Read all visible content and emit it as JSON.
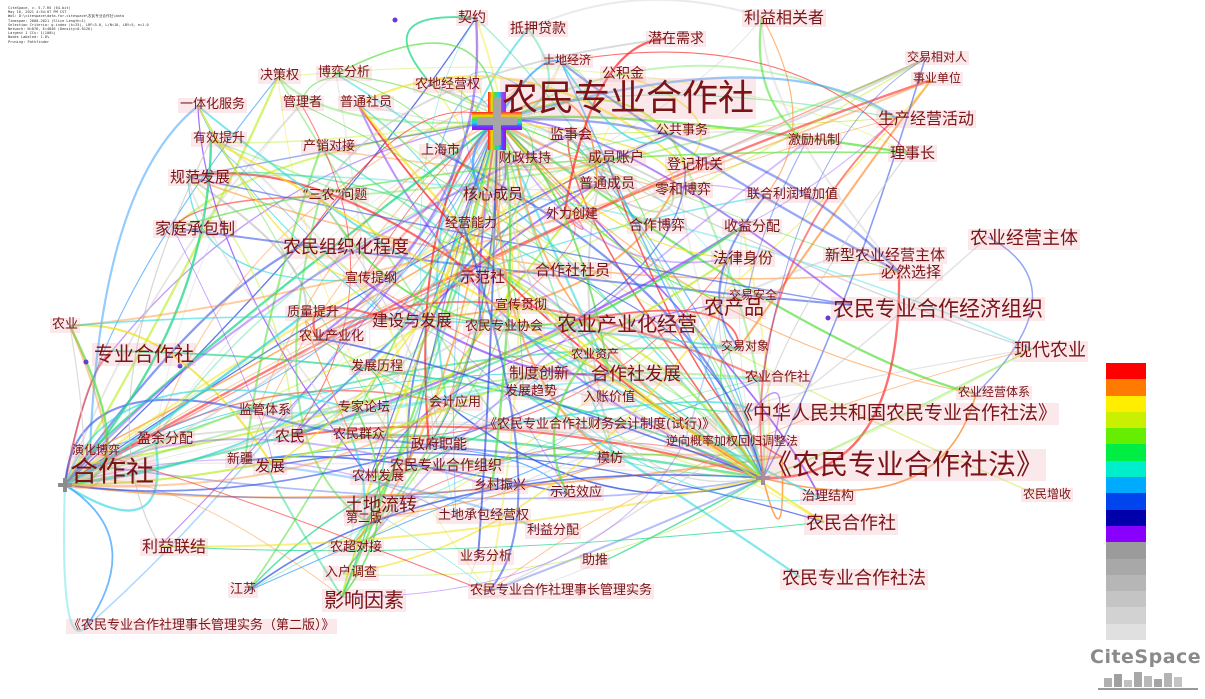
{
  "header_meta": [
    "CiteSpace, v. 5.7.R5 (64-bit)",
    "May 16, 2021 4:54:07 PM CST",
    "WoS: D:\\citespace\\data-for-citespace\\农民专业合作社\\data",
    "Timespan: 2000-2021 (Slice Length=1)",
    "Selection Criteria: g-index (k=25), LRF=3.0, L/N=10, LBY=5, e=1.0",
    "Network: N=876, E=4846 (Density=0.0126)",
    "Largest 1 CCs: 1(100%)",
    "Nodes Labeled: 1.0%",
    "Pruning: Pathfinder"
  ],
  "keywords": [
    {
      "id": "k0",
      "text": "契约"
    },
    {
      "id": "k1",
      "text": "抵押贷款"
    },
    {
      "id": "k2",
      "text": "利益相关者"
    },
    {
      "id": "k3",
      "text": "土地经济"
    },
    {
      "id": "k4",
      "text": "潜在需求"
    },
    {
      "id": "k5",
      "text": "交易相对人"
    },
    {
      "id": "k6",
      "text": "决策权"
    },
    {
      "id": "k7",
      "text": "博弈分析"
    },
    {
      "id": "k8",
      "text": "公积金"
    },
    {
      "id": "k9",
      "text": "事业单位"
    },
    {
      "id": "k10",
      "text": "农地经营权"
    },
    {
      "id": "k11",
      "text": "一体化服务"
    },
    {
      "id": "k12",
      "text": "管理者"
    },
    {
      "id": "k13",
      "text": "普通社员"
    },
    {
      "id": "k14",
      "text": "农民专业合作社"
    },
    {
      "id": "k15",
      "text": "生产经营活动"
    },
    {
      "id": "k16",
      "text": "有效提升"
    },
    {
      "id": "k17",
      "text": "监事会"
    },
    {
      "id": "k18",
      "text": "公共事务"
    },
    {
      "id": "k19",
      "text": "激励机制"
    },
    {
      "id": "k20",
      "text": "产销对接"
    },
    {
      "id": "k21",
      "text": "上海市"
    },
    {
      "id": "k22",
      "text": "财政扶持"
    },
    {
      "id": "k23",
      "text": "成员账户"
    },
    {
      "id": "k24",
      "text": "登记机关"
    },
    {
      "id": "k25",
      "text": "理事长"
    },
    {
      "id": "k26",
      "text": "规范发展"
    },
    {
      "id": "k27",
      "text": "普通成员"
    },
    {
      "id": "k28",
      "text": "零和博弈"
    },
    {
      "id": "k29",
      "text": "“三农”问题"
    },
    {
      "id": "k30",
      "text": "核心成员"
    },
    {
      "id": "k31",
      "text": "联合利润增加值"
    },
    {
      "id": "k32",
      "text": "外力创建"
    },
    {
      "id": "k33",
      "text": "家庭承包制"
    },
    {
      "id": "k34",
      "text": "经营能力"
    },
    {
      "id": "k35",
      "text": "合作博弈"
    },
    {
      "id": "k36",
      "text": "收益分配"
    },
    {
      "id": "k37",
      "text": "农业经营主体"
    },
    {
      "id": "k38",
      "text": "农民组织化程度"
    },
    {
      "id": "k39",
      "text": "新型农业经营主体"
    },
    {
      "id": "k40",
      "text": "法律身份"
    },
    {
      "id": "k41",
      "text": "宣传提纲"
    },
    {
      "id": "k42",
      "text": "示范社"
    },
    {
      "id": "k43",
      "text": "合作社社员"
    },
    {
      "id": "k44",
      "text": "必然选择"
    },
    {
      "id": "k45",
      "text": "交易安全"
    },
    {
      "id": "k46",
      "text": "宣传贯彻"
    },
    {
      "id": "k47",
      "text": "农产品"
    },
    {
      "id": "k48",
      "text": "农民专业合作经济组织"
    },
    {
      "id": "k49",
      "text": "质量提升"
    },
    {
      "id": "k50",
      "text": "建设与发展"
    },
    {
      "id": "k51",
      "text": "农业"
    },
    {
      "id": "k52",
      "text": "农民专业协会"
    },
    {
      "id": "k53",
      "text": "农业产业化经营"
    },
    {
      "id": "k54",
      "text": "农业产业化"
    },
    {
      "id": "k55",
      "text": "交易对象"
    },
    {
      "id": "k56",
      "text": "专业合作社"
    },
    {
      "id": "k57",
      "text": "农业资产"
    },
    {
      "id": "k58",
      "text": "现代农业"
    },
    {
      "id": "k59",
      "text": "发展历程"
    },
    {
      "id": "k60",
      "text": "制度创新"
    },
    {
      "id": "k61",
      "text": "合作社发展"
    },
    {
      "id": "k62",
      "text": "农业合作社"
    },
    {
      "id": "k63",
      "text": "发展趋势"
    },
    {
      "id": "k64",
      "text": "农业经营体系"
    },
    {
      "id": "k65",
      "text": "入账价值"
    },
    {
      "id": "k66",
      "text": "监管体系"
    },
    {
      "id": "k67",
      "text": "专家论坛"
    },
    {
      "id": "k68",
      "text": "会计应用"
    },
    {
      "id": "k69",
      "text": "《中华人民共和国农民专业合作社法》"
    },
    {
      "id": "k70",
      "text": "《农民专业合作社财务会计制度(试行)》"
    },
    {
      "id": "k71",
      "text": "演化博弈"
    },
    {
      "id": "k72",
      "text": "盈余分配"
    },
    {
      "id": "k73",
      "text": "农民"
    },
    {
      "id": "k74",
      "text": "农民群众"
    },
    {
      "id": "k75",
      "text": "政府职能"
    },
    {
      "id": "k76",
      "text": "逆向概率加权回归调整法"
    },
    {
      "id": "k77",
      "text": "合作社"
    },
    {
      "id": "k78",
      "text": "新疆"
    },
    {
      "id": "k79",
      "text": "发展"
    },
    {
      "id": "k80",
      "text": "农村发展"
    },
    {
      "id": "k81",
      "text": "农民专业合作组织"
    },
    {
      "id": "k82",
      "text": "模仿"
    },
    {
      "id": "k83",
      "text": "《农民专业合作社法》"
    },
    {
      "id": "k84",
      "text": "乡村振兴"
    },
    {
      "id": "k85",
      "text": "示范效应"
    },
    {
      "id": "k86",
      "text": "治理结构"
    },
    {
      "id": "k87",
      "text": "农民增收"
    },
    {
      "id": "k88",
      "text": "土地流转"
    },
    {
      "id": "k89",
      "text": "第二版"
    },
    {
      "id": "k90",
      "text": "土地承包经营权"
    },
    {
      "id": "k91",
      "text": "利益分配"
    },
    {
      "id": "k92",
      "text": "农民合作社"
    },
    {
      "id": "k93",
      "text": "利益联结"
    },
    {
      "id": "k94",
      "text": "农超对接"
    },
    {
      "id": "k95",
      "text": "业务分析"
    },
    {
      "id": "k96",
      "text": "入户调查"
    },
    {
      "id": "k97",
      "text": "助推"
    },
    {
      "id": "k98",
      "text": "江苏"
    },
    {
      "id": "k99",
      "text": "农民专业合作社理事长管理实务"
    },
    {
      "id": "k100",
      "text": "影响因素"
    },
    {
      "id": "k101",
      "text": "农民专业合作社法"
    },
    {
      "id": "k102",
      "text": "《农民专业合作社理事长管理实务（第二版）》"
    }
  ],
  "legend_colors": [
    "#ff0000",
    "#ff7a00",
    "#ffee00",
    "#c8f000",
    "#66ee00",
    "#00ee44",
    "#00eecc",
    "#00aaff",
    "#0044ee",
    "#0000aa",
    "#8a00ff",
    "#9b9b9b",
    "#a8a8a8",
    "#b6b6b6",
    "#c4c4c4",
    "#d2d2d2",
    "#e0e0e0"
  ],
  "logo_text": "CiteSpace"
}
